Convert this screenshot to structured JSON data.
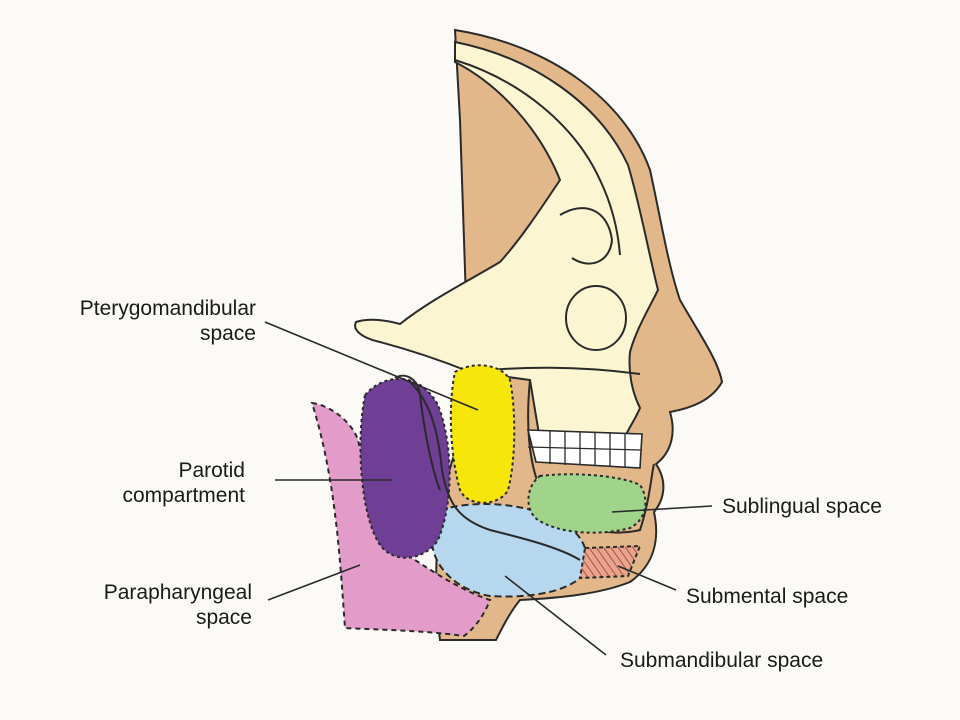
{
  "labels": {
    "pterygomandibular": {
      "line1": "Pterygomandibular",
      "line2": "space"
    },
    "parotid": {
      "line1": "Parotid",
      "line2": "compartment"
    },
    "parapharyngeal": {
      "line1": "Parapharyngeal",
      "line2": "space"
    },
    "sublingual": "Sublingual space",
    "submental": "Submental space",
    "submandibular": "Submandibular space"
  },
  "colors": {
    "skin": "#e2b88a",
    "bone": "#fbf5d2",
    "pterygomandibular": "#f6e60a",
    "parotid": "#6e3f95",
    "parapharyngeal": "#e39cc9",
    "submandibular": "#b7d7ee",
    "sublingual": "#9fd48a",
    "submental": "#d8866e",
    "teeth": "#ffffff"
  }
}
